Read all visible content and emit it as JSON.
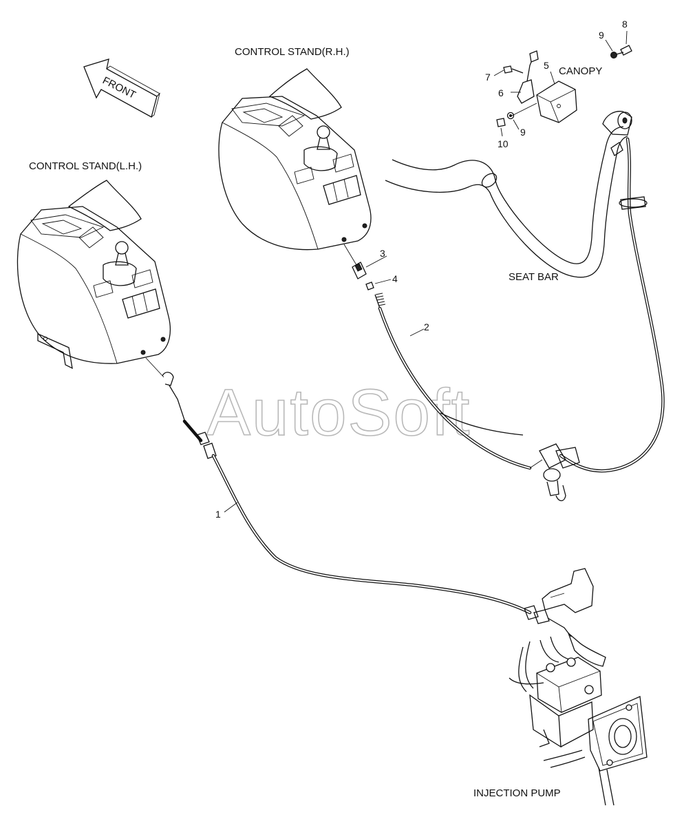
{
  "labels": {
    "front": "FRONT",
    "control_stand_rh": "CONTROL STAND(R.H.)",
    "control_stand_lh": "CONTROL STAND(L.H.)",
    "canopy": "CANOPY",
    "seat_bar": "SEAT BAR",
    "injection_pump": "INJECTION PUMP"
  },
  "callouts": [
    "1",
    "2",
    "3",
    "4",
    "5",
    "6",
    "7",
    "8",
    "9",
    "9",
    "10"
  ],
  "watermark": "AutoSoft"
}
